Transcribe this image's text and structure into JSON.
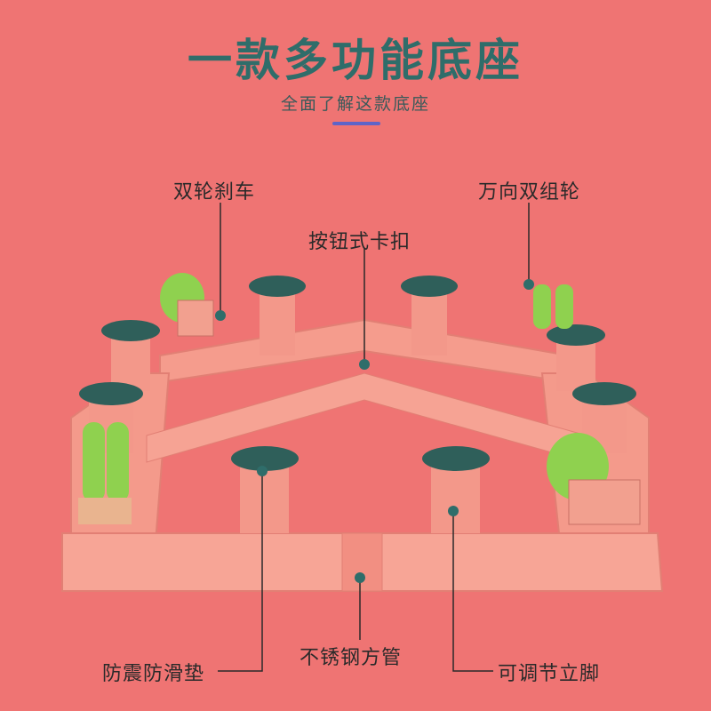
{
  "header": {
    "title": "一款多功能底座",
    "subtitle": "全面了解这款底座"
  },
  "callouts": {
    "top_left": "双轮刹车",
    "top_center": "按钮式卡扣",
    "top_right": "万向双组轮",
    "bottom_left": "防震防滑垫",
    "bottom_center": "不锈钢方管",
    "bottom_right": "可调节立脚"
  },
  "colors": {
    "background": "#ef7473",
    "title": "#2f6d6a",
    "accent_line": "#5e64c8",
    "frame": "#f39a8c",
    "pad": "#2f5f5a",
    "wheel": "#8fd14f"
  }
}
